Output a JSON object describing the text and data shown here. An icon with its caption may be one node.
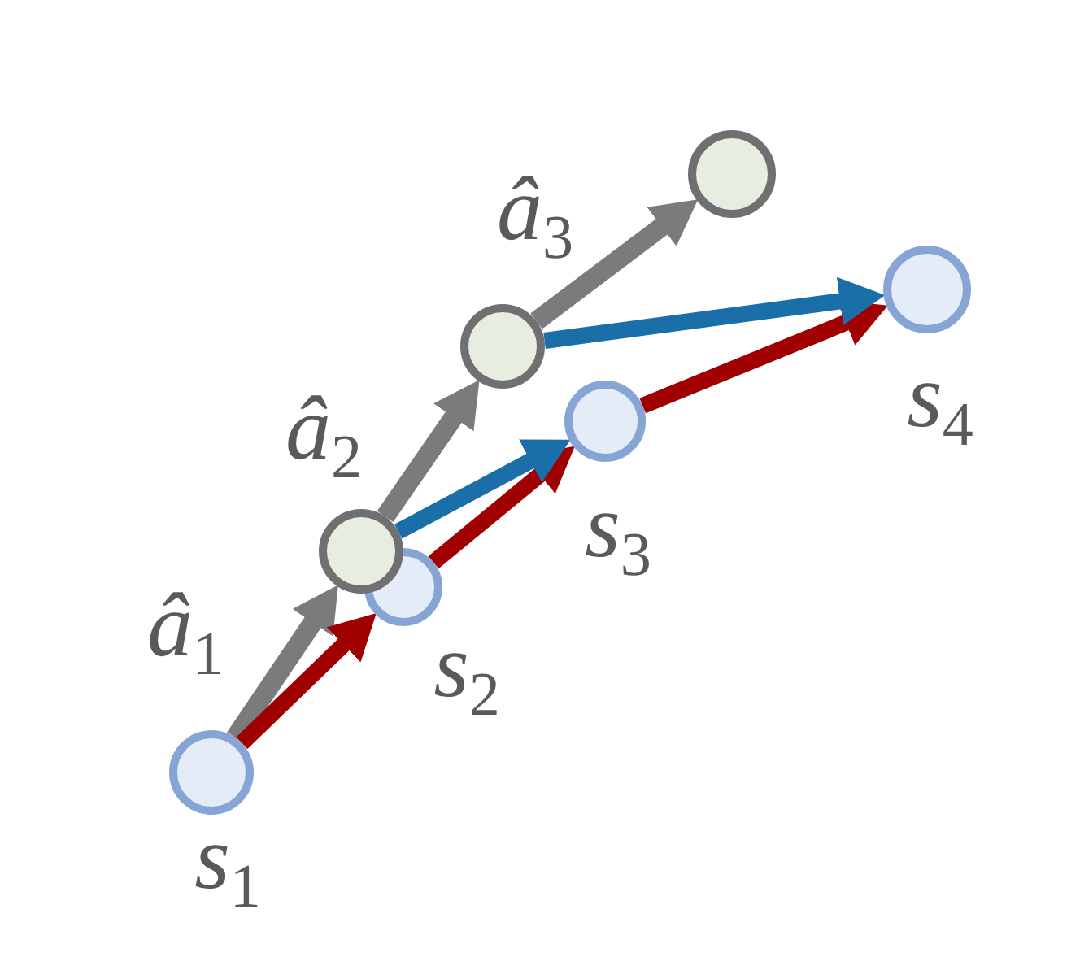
{
  "diagram": {
    "nodes": [
      {
        "text": [],
        "shape": "circle",
        "beside": [
          "s$_{1}$"
        ]
      },
      {
        "text": [],
        "shape": "circle",
        "beside": [
          "s$_{2}$"
        ]
      },
      {
        "text": [],
        "shape": "circle",
        "beside": [
          "s$_{3}$"
        ]
      },
      {
        "text": [],
        "shape": "circle",
        "beside": [
          "s$_{4}$"
        ]
      },
      {
        "text": [],
        "shape": "circle"
      },
      {
        "text": [],
        "shape": "circle"
      },
      {
        "text": [],
        "shape": "circle"
      }
    ],
    "edges": [
      {
        "from": 0,
        "to": 4,
        "arrow": "to",
        "label": "â$_{1}$"
      },
      {
        "from": 4,
        "to": 5,
        "arrow": "to",
        "label": "â$_{2}$"
      },
      {
        "from": 5,
        "to": 6,
        "arrow": "to",
        "label": "â$_{3}$"
      },
      {
        "from": 0,
        "to": 1,
        "arrow": "to",
        "color": "#a00000"
      },
      {
        "from": 1,
        "to": 2,
        "arrow": "to",
        "color": "#a00000"
      },
      {
        "from": 2,
        "to": 3,
        "arrow": "to",
        "color": "#a00000"
      },
      {
        "from": 4,
        "to": 2,
        "arrow": "to",
        "color": "#1a6fa8"
      },
      {
        "from": 5,
        "to": 3,
        "arrow": "to",
        "color": "#1a6fa8"
      }
    ]
  }
}
